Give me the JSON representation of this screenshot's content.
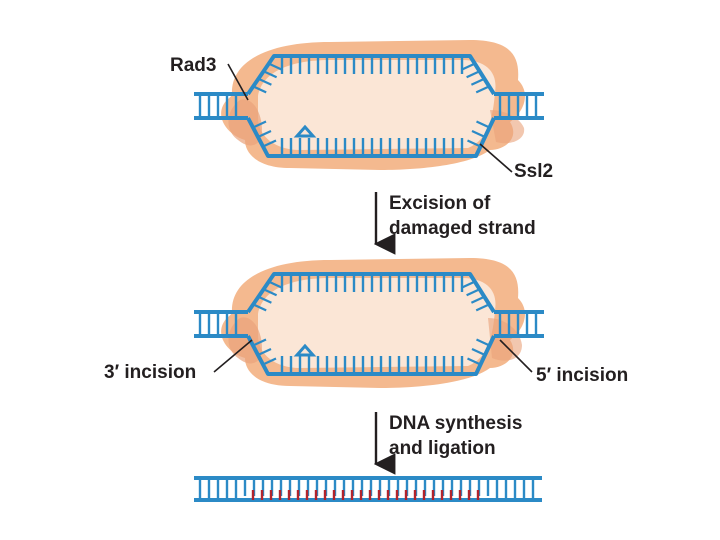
{
  "labels": {
    "rad3": "Rad3",
    "ssl2": "Ssl2",
    "incision_3": "3′ incision",
    "incision_5": "5′ incision"
  },
  "steps": {
    "excision_line1": "Excision of",
    "excision_line2": "damaged strand",
    "synthesis_line1": "DNA synthesis",
    "synthesis_line2": "and ligation"
  },
  "colors": {
    "dna_strand": "#2b8ac6",
    "protein_outer": "#f4b98f",
    "protein_inner": "#fbe6d6",
    "protein_shadow": "#e9a27a",
    "new_dna": "#b3242c",
    "arrow": "#231f20"
  }
}
